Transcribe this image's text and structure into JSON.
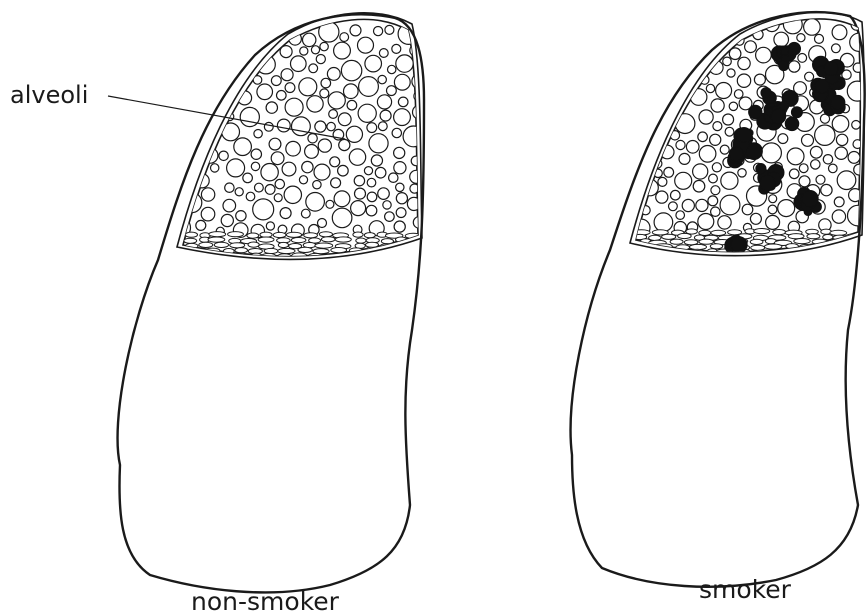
{
  "labels": {
    "alveoli": "alveoli",
    "left_caption": "non-smoker",
    "right_caption": "smoker"
  },
  "colors": {
    "ink": "#1a1a1a",
    "damage": "#111111",
    "background": "#ffffff"
  }
}
